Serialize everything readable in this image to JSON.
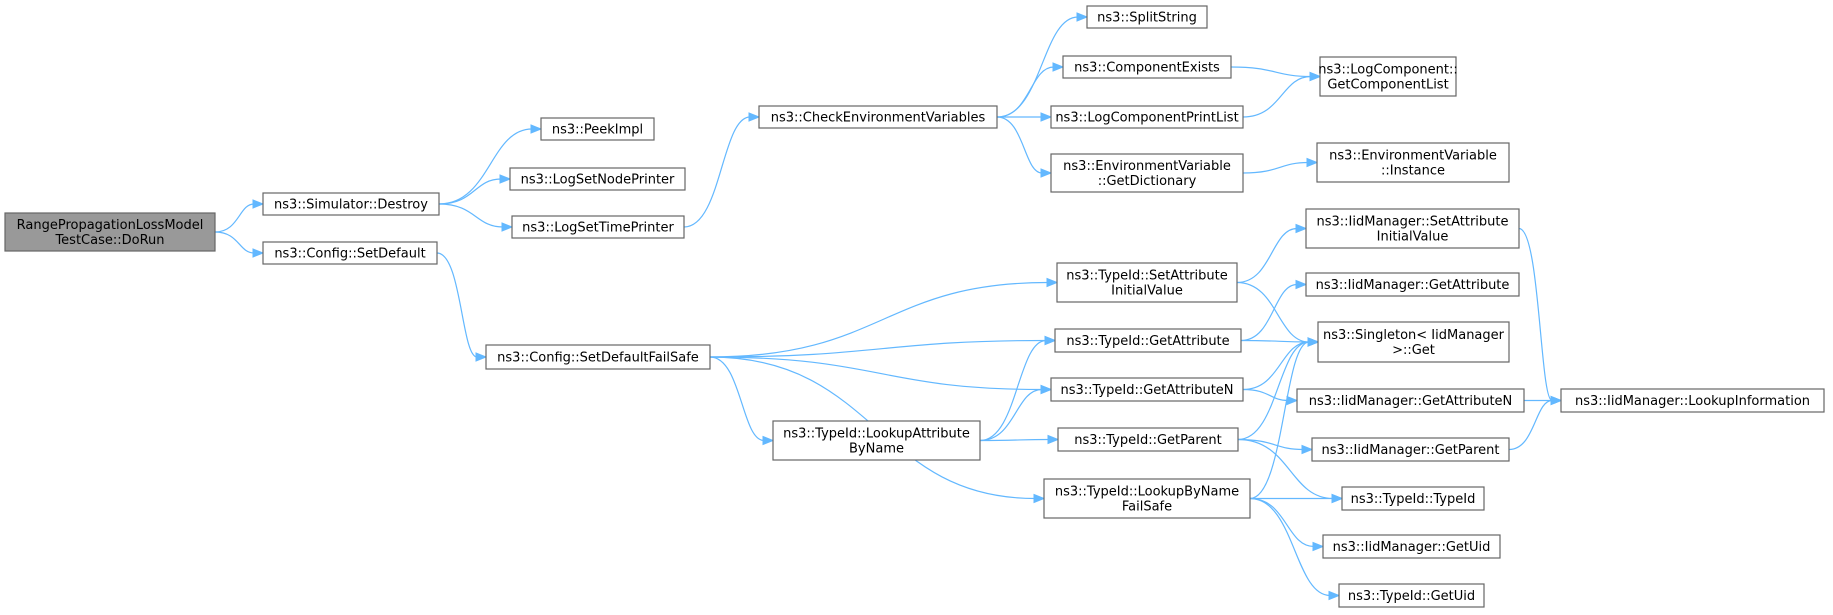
{
  "graph": {
    "nodes": {
      "root": {
        "lines": [
          "RangePropagationLossModel",
          "TestCase::DoRun"
        ],
        "root": true
      },
      "destroy": {
        "lines": [
          "ns3::Simulator::Destroy"
        ]
      },
      "setDefault": {
        "lines": [
          "ns3::Config::SetDefault"
        ]
      },
      "peekImpl": {
        "lines": [
          "ns3::PeekImpl"
        ]
      },
      "logSetNodePrinter": {
        "lines": [
          "ns3::LogSetNodePrinter"
        ]
      },
      "logSetTimePrinter": {
        "lines": [
          "ns3::LogSetTimePrinter"
        ]
      },
      "checkEnv": {
        "lines": [
          "ns3::CheckEnvironmentVariables"
        ]
      },
      "splitString": {
        "lines": [
          "ns3::SplitString"
        ]
      },
      "componentExists": {
        "lines": [
          "ns3::ComponentExists"
        ]
      },
      "logComponentPrintList": {
        "lines": [
          "ns3::LogComponentPrintList"
        ]
      },
      "envGetDictionary": {
        "lines": [
          "ns3::EnvironmentVariable",
          "::GetDictionary"
        ]
      },
      "getComponentList": {
        "lines": [
          "ns3::LogComponent::",
          "GetComponentList"
        ]
      },
      "envInstance": {
        "lines": [
          "ns3::EnvironmentVariable",
          "::Instance"
        ]
      },
      "setDefaultFailSafe": {
        "lines": [
          "ns3::Config::SetDefaultFailSafe"
        ]
      },
      "typeSetAttrInit": {
        "lines": [
          "ns3::TypeId::SetAttribute",
          "InitialValue"
        ]
      },
      "typeGetAttribute": {
        "lines": [
          "ns3::TypeId::GetAttribute"
        ]
      },
      "typeGetAttributeN": {
        "lines": [
          "ns3::TypeId::GetAttributeN"
        ]
      },
      "typeLookupAttrByName": {
        "lines": [
          "ns3::TypeId::LookupAttribute",
          "ByName"
        ]
      },
      "typeGetParent": {
        "lines": [
          "ns3::TypeId::GetParent"
        ]
      },
      "typeLookupByNameFailSafe": {
        "lines": [
          "ns3::TypeId::LookupByName",
          "FailSafe"
        ]
      },
      "iidSetAttrInit": {
        "lines": [
          "ns3::IidManager::SetAttribute",
          "InitialValue"
        ]
      },
      "iidGetAttribute": {
        "lines": [
          "ns3::IidManager::GetAttribute"
        ]
      },
      "singletonGet": {
        "lines": [
          "ns3::Singleton< IidManager",
          ">::Get"
        ]
      },
      "iidGetAttributeN": {
        "lines": [
          "ns3::IidManager::GetAttributeN"
        ]
      },
      "iidGetParent": {
        "lines": [
          "ns3::IidManager::GetParent"
        ]
      },
      "typeIdCtor": {
        "lines": [
          "ns3::TypeId::TypeId"
        ]
      },
      "iidGetUid": {
        "lines": [
          "ns3::IidManager::GetUid"
        ]
      },
      "typeGetUid": {
        "lines": [
          "ns3::TypeId::GetUid"
        ]
      },
      "iidLookupInformation": {
        "lines": [
          "ns3::IidManager::LookupInformation"
        ]
      }
    },
    "edges": [
      [
        "root",
        "destroy"
      ],
      [
        "root",
        "setDefault"
      ],
      [
        "destroy",
        "peekImpl"
      ],
      [
        "destroy",
        "logSetNodePrinter"
      ],
      [
        "destroy",
        "logSetTimePrinter"
      ],
      [
        "logSetTimePrinter",
        "checkEnv"
      ],
      [
        "checkEnv",
        "splitString"
      ],
      [
        "checkEnv",
        "componentExists"
      ],
      [
        "checkEnv",
        "logComponentPrintList"
      ],
      [
        "checkEnv",
        "envGetDictionary"
      ],
      [
        "componentExists",
        "getComponentList"
      ],
      [
        "logComponentPrintList",
        "getComponentList"
      ],
      [
        "envGetDictionary",
        "envInstance"
      ],
      [
        "setDefault",
        "setDefaultFailSafe"
      ],
      [
        "setDefaultFailSafe",
        "typeSetAttrInit"
      ],
      [
        "setDefaultFailSafe",
        "typeGetAttribute"
      ],
      [
        "setDefaultFailSafe",
        "typeGetAttributeN"
      ],
      [
        "setDefaultFailSafe",
        "typeLookupAttrByName"
      ],
      [
        "setDefaultFailSafe",
        "typeLookupByNameFailSafe"
      ],
      [
        "typeSetAttrInit",
        "iidSetAttrInit"
      ],
      [
        "typeSetAttrInit",
        "singletonGet"
      ],
      [
        "iidSetAttrInit",
        "iidLookupInformation"
      ],
      [
        "typeGetAttribute",
        "iidGetAttribute"
      ],
      [
        "typeGetAttribute",
        "singletonGet"
      ],
      [
        "typeGetAttributeN",
        "singletonGet"
      ],
      [
        "typeGetAttributeN",
        "iidGetAttributeN"
      ],
      [
        "iidGetAttributeN",
        "iidLookupInformation"
      ],
      [
        "typeLookupAttrByName",
        "typeGetAttribute"
      ],
      [
        "typeLookupAttrByName",
        "typeGetAttributeN"
      ],
      [
        "typeLookupAttrByName",
        "typeGetParent"
      ],
      [
        "typeGetParent",
        "singletonGet"
      ],
      [
        "typeGetParent",
        "iidGetParent"
      ],
      [
        "typeGetParent",
        "typeIdCtor"
      ],
      [
        "iidGetParent",
        "iidLookupInformation"
      ],
      [
        "typeLookupByNameFailSafe",
        "singletonGet"
      ],
      [
        "typeLookupByNameFailSafe",
        "typeIdCtor"
      ],
      [
        "typeLookupByNameFailSafe",
        "iidGetUid"
      ],
      [
        "typeLookupByNameFailSafe",
        "typeGetUid"
      ]
    ]
  }
}
